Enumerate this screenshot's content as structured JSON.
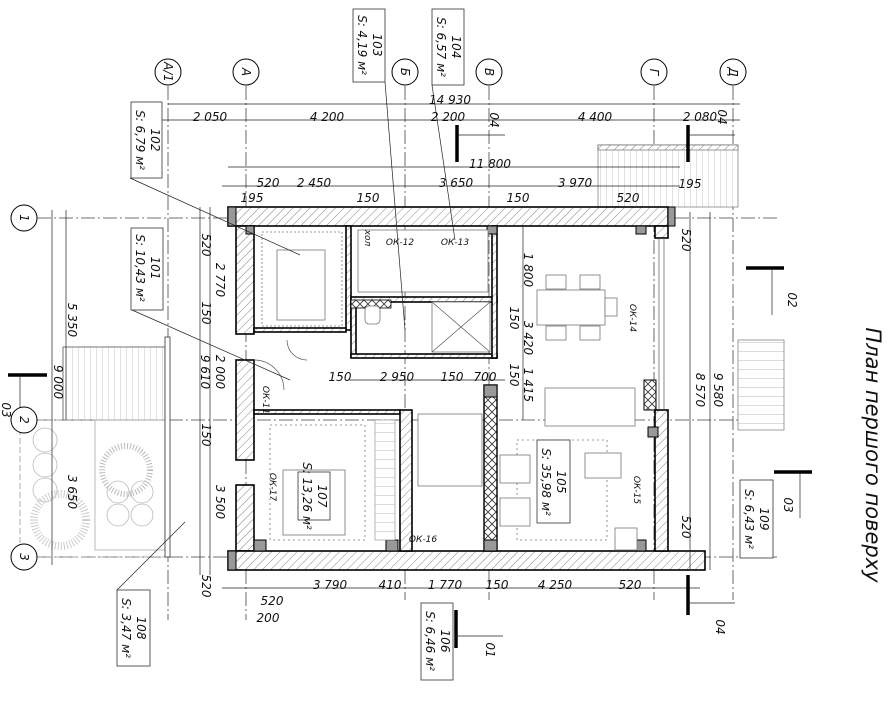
{
  "title": "План першого поверху",
  "axes": {
    "columns": [
      "А/1",
      "А",
      "Б",
      "В",
      "Г",
      "Д"
    ],
    "rows": [
      "1",
      "2",
      "3"
    ]
  },
  "dims": {
    "top_total": "14 930",
    "top_axes": [
      "2 050",
      "4 200",
      "2 200",
      "4 400",
      "2 080"
    ],
    "top_inner_total": "11 800",
    "top_inner": [
      "520",
      "2 450",
      "3 650",
      "3 970",
      "520"
    ],
    "top_small": [
      "195",
      "150",
      "150",
      "195"
    ],
    "bottom": [
      "3 790",
      "410",
      "1 770",
      "150",
      "4 250",
      "520"
    ],
    "bottom_small": [
      "520",
      "200"
    ],
    "left": [
      "520",
      "2 770",
      "150",
      "2 000",
      "150",
      "3 500",
      "520"
    ],
    "left_total": "9 610",
    "left_outer": [
      "5 350",
      "9 000",
      "3 650"
    ],
    "right_inner": [
      "1 800",
      "150",
      "3 420",
      "150",
      "1 415"
    ],
    "middle": [
      "150",
      "2 950",
      "150",
      "700"
    ],
    "right": [
      "520",
      "8 570",
      "9 580",
      "520"
    ]
  },
  "rooms": [
    {
      "number": "101",
      "area": "S: 10,43 м²"
    },
    {
      "number": "102",
      "area": "S: 6,79 м²"
    },
    {
      "number": "103",
      "area": "S: 4,19 м²"
    },
    {
      "number": "104",
      "area": "S: 6,57 м²"
    },
    {
      "number": "105",
      "area": "S: 35,98 м²"
    },
    {
      "number": "106",
      "area": "S: 6,46 м²"
    },
    {
      "number": "107",
      "area": "S: 13,26 м²"
    },
    {
      "number": "108",
      "area": "S: 3,47 м²"
    },
    {
      "number": "109",
      "area": "S: 6,43 м²"
    }
  ],
  "openings": [
    "ОК-11",
    "ОК-12",
    "ОК-13",
    "ОК-14",
    "ОК-15",
    "ОК-16",
    "ОК-17"
  ],
  "room_tag": "хол",
  "sections": [
    "01",
    "02",
    "03",
    "03",
    "04",
    "04",
    "04"
  ]
}
